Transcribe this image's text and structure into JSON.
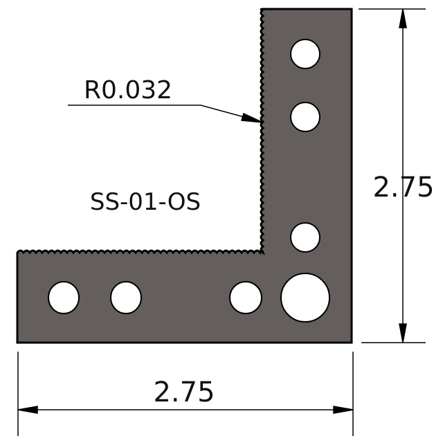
{
  "part_label": "SS-01-OS",
  "radius_callout": "R0.032",
  "dimensions": {
    "height": "2.75",
    "width": "2.75"
  },
  "colors": {
    "part_fill": "#645f5c",
    "outline": "#000000"
  }
}
